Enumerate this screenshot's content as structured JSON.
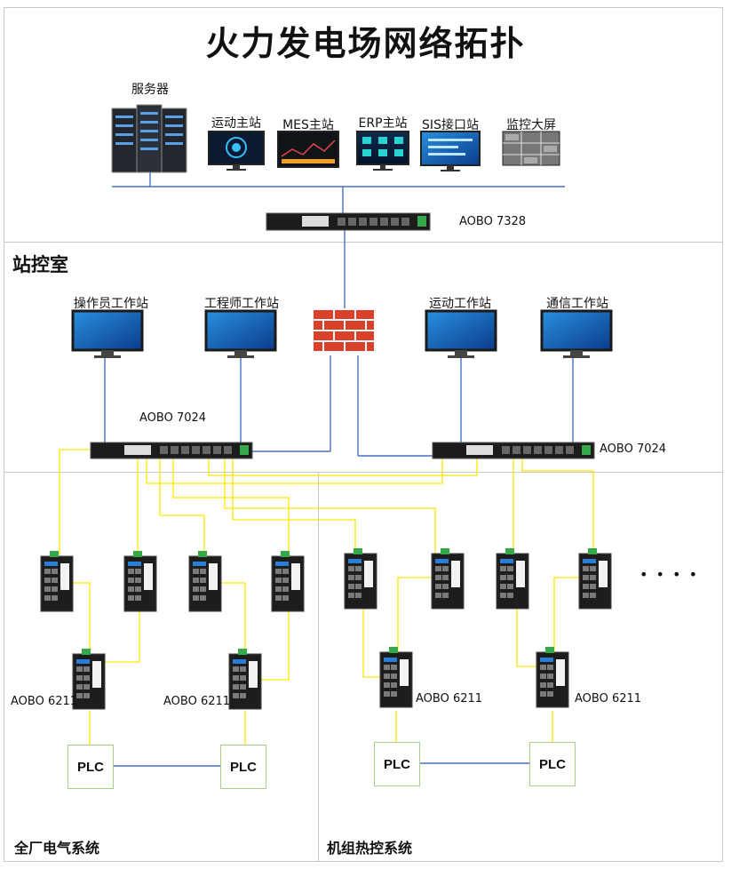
{
  "title": "火力发电场网络拓扑",
  "sections": {
    "control_room": "站控室",
    "electrical": "全厂电气系统",
    "thermal": "机组热控系统"
  },
  "top_devices": {
    "server": "服务器",
    "yundong_main": "运动主站",
    "mes_main": "MES主站",
    "erp_main": "ERP主站",
    "sis_station": "SIS接口站",
    "monitor_wall": "监控大屏"
  },
  "workstations": {
    "operator": "操作员工作站",
    "engineer": "工程师工作站",
    "yundong": "运动工作站",
    "comm": "通信工作站"
  },
  "switch_models": {
    "core": "AOBO 7328",
    "left_ctrl": "AOBO 7024",
    "right_ctrl": "AOBO 7024",
    "e1": "AOBO 6211",
    "e2": "AOBO 6211",
    "t1": "AOBO 6211",
    "t2": "AOBO 6211"
  },
  "plc_labels": [
    "PLC",
    "PLC",
    "PLC",
    "PLC"
  ],
  "more_indicator": "• • • •",
  "colors": {
    "ethernet": "#4472c4",
    "fiber": "#ffe600",
    "firewall": "#d9412b",
    "plc_border": "#a6d38a"
  }
}
